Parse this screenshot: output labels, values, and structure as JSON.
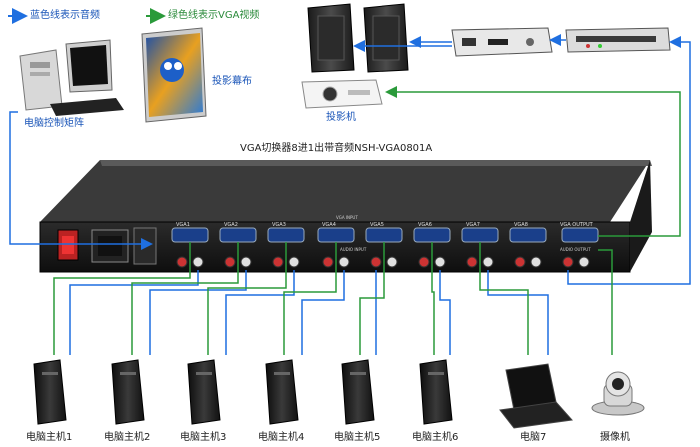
{
  "legend": {
    "audio_line": "蓝色线表示音频",
    "video_line": "绿色线表示VGA视频",
    "audio_color": "#1f6fe0",
    "video_color": "#2a9a3a"
  },
  "devices": {
    "control_pc": "电脑控制矩阵",
    "screen": "投影幕布",
    "projector": "投影机",
    "laptop": "电脑7",
    "camera": "摄像机"
  },
  "switcher": {
    "title": "VGA切换器8进1出带音频NSH-VGA0801A",
    "vga_inputs": [
      "VGA1",
      "VGA2",
      "VGA3",
      "VGA4",
      "VGA5",
      "VGA6",
      "VGA7",
      "VGA8"
    ],
    "vga_output": "VGA OUTPUT",
    "audio_input": "AUDIO INPUT",
    "audio_output": "AUDIO OUTPUT",
    "vga_input_caption": "VGA INPUT"
  },
  "hosts": [
    "电脑主机1",
    "电脑主机2",
    "电脑主机3",
    "电脑主机4",
    "电脑主机5",
    "电脑主机6"
  ]
}
